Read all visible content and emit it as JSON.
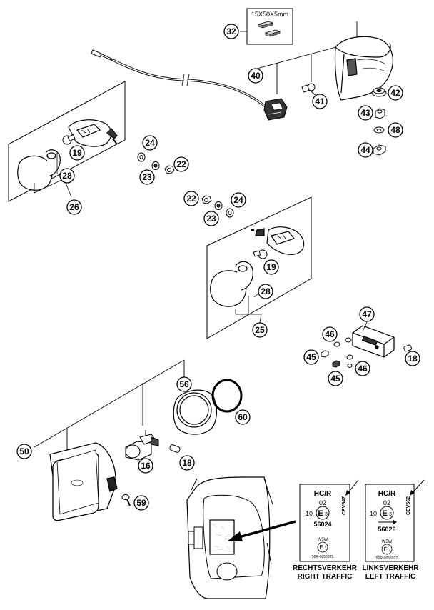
{
  "kit_label": "15X50X5mm",
  "callouts": {
    "c32": "32",
    "c40": "40",
    "c41": "41",
    "c42": "42",
    "c43": "43",
    "c48": "48",
    "c44": "44",
    "c19a": "19",
    "c28a": "28",
    "c26": "26",
    "c24a": "24",
    "c23a": "23",
    "c22a": "22",
    "c22b": "22",
    "c23b": "23",
    "c24b": "24",
    "c19b": "19",
    "c28b": "28",
    "c25": "25",
    "c47": "47",
    "c46a": "46",
    "c45a": "45",
    "c45b": "45",
    "c46b": "46",
    "c18a": "18",
    "c56": "56",
    "c60": "60",
    "c50": "50",
    "c16": "16",
    "c18b": "18",
    "c59": "59"
  },
  "plates": {
    "right": {
      "hcr": "HC/R",
      "num02": "02",
      "e_prefix": "10",
      "e_mark": "E",
      "e_sub": "3",
      "approval": "56024",
      "code_side": "CEV547",
      "w5w": "W5W",
      "e2_mark": "E",
      "e2_sub": "3",
      "small": "50R-0056025",
      "caption_de": "RECHTSVERKEHR",
      "caption_en": "RIGHT TRAFFIC"
    },
    "left": {
      "hcr": "HC/R",
      "num02": "02",
      "e_prefix": "10",
      "e_mark": "E",
      "e_sub": "3",
      "approval": "56026",
      "code_side": "CEV562",
      "w5w": "W5W",
      "e2_mark": "E",
      "e2_sub": "3",
      "small": "50R-0056027",
      "caption_de": "LINKSVERKEHR",
      "caption_en": "LEFT TRAFFIC"
    }
  }
}
